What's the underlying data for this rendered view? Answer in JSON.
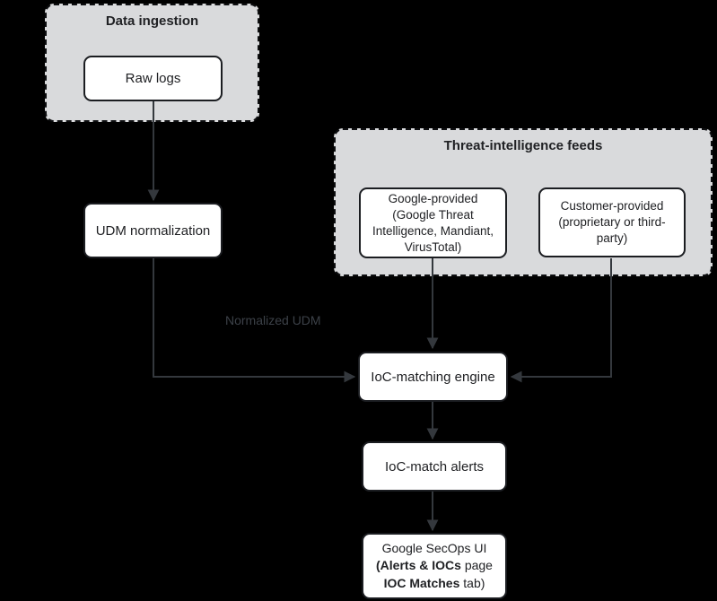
{
  "colors": {
    "bg": "#000000",
    "container_fill": "#d9dadc",
    "container_border": "#0e0f11",
    "node_fill": "#ffffff",
    "node_border": "#1b1d21",
    "text": "#202124",
    "arrow": "#34383d",
    "edge_label": "#3c4148"
  },
  "diagram": {
    "containers": {
      "data_ingestion": {
        "title": "Data ingestion"
      },
      "threat_feeds": {
        "title": "Threat-intelligence feeds"
      }
    },
    "nodes": {
      "raw_logs": {
        "label": "Raw logs"
      },
      "udm_normalization": {
        "label": "UDM normalization"
      },
      "google_provided": {
        "label": "Google-provided (Google Threat Intelligence, Mandiant, VirusTotal)",
        "lines": [
          "Google-provided",
          "(Google Threat",
          "Intelligence, Mandiant,",
          "VirusTotal)"
        ]
      },
      "customer_provided": {
        "label": "Customer-provided (proprietary or third-party)",
        "lines": [
          "Customer-provided",
          "(proprietary or third-",
          "party)"
        ]
      },
      "ioc_engine": {
        "label": "IoC-matching engine"
      },
      "ioc_alerts": {
        "label": "IoC-match alerts"
      },
      "secops_ui": {
        "line1": "Google SecOps UI",
        "line2_bold": "(Alerts & IOCs",
        "line2_rest": " page",
        "line3_bold": "IOC Matches",
        "line3_rest": " tab)"
      }
    },
    "edges": [
      {
        "from": "Raw logs",
        "to": "UDM normalization",
        "label": ""
      },
      {
        "from": "UDM normalization",
        "to": "IoC-matching engine",
        "label": "Normalized UDM"
      },
      {
        "from": "Google-provided",
        "to": "IoC-matching engine",
        "label": ""
      },
      {
        "from": "Customer-provided",
        "to": "IoC-matching engine",
        "label": ""
      },
      {
        "from": "IoC-matching engine",
        "to": "IoC-match alerts",
        "label": ""
      },
      {
        "from": "IoC-match alerts",
        "to": "Google SecOps UI (Alerts & IOCs page, IOC Matches tab)",
        "label": ""
      }
    ]
  }
}
